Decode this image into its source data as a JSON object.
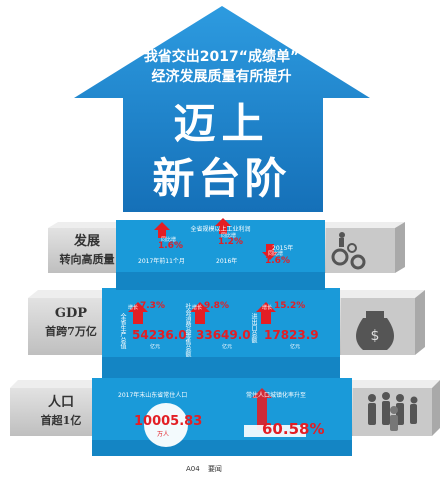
{
  "headline": {
    "line1": "我省交出2017“成绩单”",
    "line2": "经济发展质量有所提升",
    "title1": "迈上",
    "title2": "新台阶"
  },
  "step1": {
    "label_line1": "发展",
    "label_line2": "转向高质量",
    "header": "全省规模以上工业利润",
    "item1": {
      "badge": "同比增",
      "value": "1.6%"
    },
    "item2": {
      "badge": "同比增",
      "value": "1.2%"
    },
    "item3": {
      "badge": "同比增",
      "value": "1.6%"
    },
    "year1": "2017年前11个月",
    "year2": "2016年",
    "year3": "2015年"
  },
  "step2": {
    "label_line1": "GDP",
    "label_line2": "首跨7万亿",
    "col1": {
      "label": "全省生产总值",
      "growth_label": "增长",
      "growth": "7.3%",
      "value": "54236.0",
      "unit": "亿元"
    },
    "col2": {
      "label": "社会消费品零售总额",
      "growth_label": "增长",
      "growth": "9.8%",
      "value": "33649.0",
      "unit": "亿元"
    },
    "col3": {
      "label": "进出口总额",
      "growth_label": "增长",
      "growth": "15.2%",
      "value": "17823.9",
      "unit": "亿元"
    }
  },
  "step3": {
    "label_line1": "人口",
    "label_line2": "首超1亿",
    "left_caption": "2017年末山东省常住人口",
    "population": "10005.83",
    "population_unit": "万人",
    "right_caption": "常住人口城镇化率升至",
    "urbanization": "60.58%"
  },
  "footer": {
    "page": "A04",
    "section": "要闻"
  },
  "colors": {
    "arrow": "#1e8fd6",
    "stair_blue": "#1a9ad9",
    "stair_gray": "#d8d8d8",
    "accent": "#e31e24"
  }
}
